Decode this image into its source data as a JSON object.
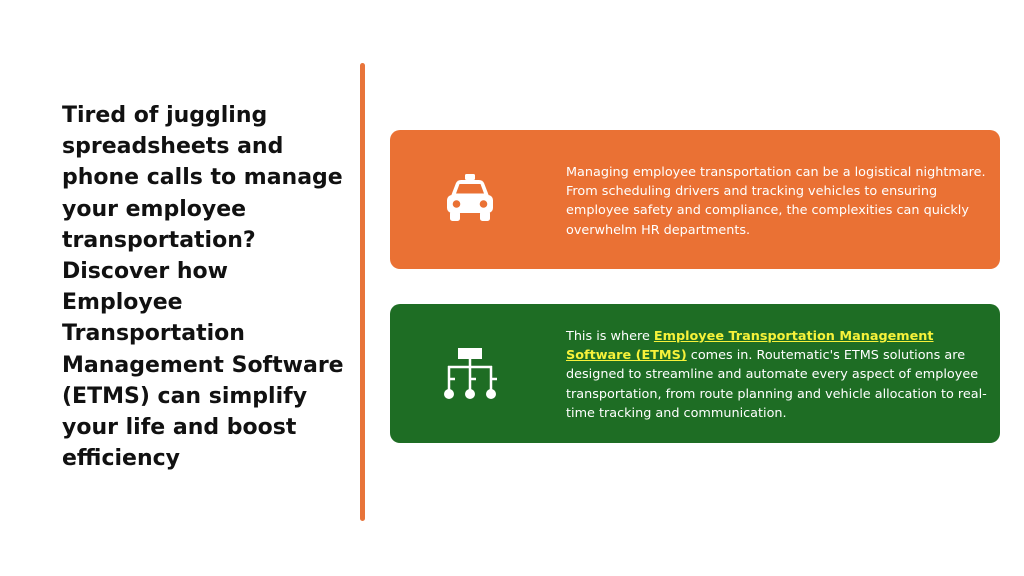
{
  "headline": "Tired of juggling spreadsheets and phone calls to manage your employee transportation? Discover how Employee Transportation Management Software (ETMS) can simplify your life and boost efficiency",
  "cards": [
    {
      "icon": "car-icon",
      "text": "Managing employee transportation can be a logistical nightmare. From scheduling drivers and tracking vehicles to ensuring employee safety and compliance, the complexities can quickly overwhelm HR departments."
    },
    {
      "icon": "hierarchy-icon",
      "text_before": "This is where ",
      "link_text": "Employee Transportation Management Software (ETMS)",
      "text_after": " comes in. Routematic's ETMS solutions are designed to streamline and automate every aspect of employee transportation, from route planning and vehicle allocation to real-time tracking and communication."
    }
  ],
  "colors": {
    "accent_orange": "#ea7134",
    "accent_green": "#1e6d24",
    "link_yellow": "#f7f23a",
    "divider": "#e8743a"
  }
}
